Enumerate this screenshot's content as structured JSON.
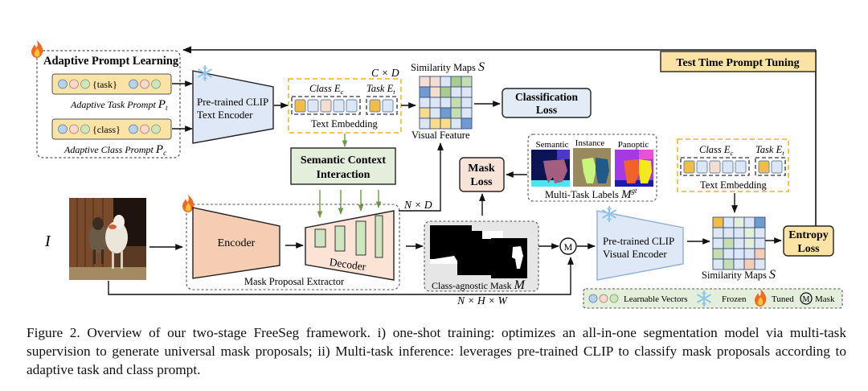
{
  "figure": {
    "adaptive_prompt": {
      "title": "Adaptive Prompt Learning",
      "task_token": "{task}",
      "class_token": "{class}",
      "task_label": "Adaptive Task Prompt",
      "task_symbol": "P",
      "task_sub": "t",
      "class_label": "Adaptive Class Prompt",
      "class_symbol": "P",
      "class_sub": "c"
    },
    "text_encoder": {
      "line1": "Pre-trained CLIP",
      "line2": "Text Encoder"
    },
    "text_embedding": {
      "dims": "C × D",
      "class_label": "Class E",
      "class_sub": "c",
      "task_label": "Task E",
      "task_sub": "t",
      "caption": "Text Embedding",
      "class_cells": [
        "#f2bd47",
        "#dce6f4",
        "#f5ddd0",
        "#dce6f4",
        "#dce6f4"
      ],
      "task_cells": [
        "#f2bd47",
        "#dce6f4"
      ]
    },
    "similarity_top": {
      "title": "Similarity Maps",
      "symbol": "S",
      "caption": "Visual Feature",
      "grid": [
        [
          "#f5ddd0",
          "#f5ddd0",
          "#dce6f4",
          "#a8cc8c",
          "#c5ddb0"
        ],
        [
          "#6e9bd0",
          "#f5ddd0",
          "#a8cc8c",
          "#dce6f4",
          "#dce6f4"
        ],
        [
          "#dce6f4",
          "#dce6f4",
          "#dce6f4",
          "#c5ddb0",
          "#dce6f4"
        ],
        [
          "#f8dc8e",
          "#dce6f4",
          "#6e9bd0",
          "#c5ddb0",
          "#dce6f4"
        ],
        [
          "#dce6f4",
          "#f8dc8e",
          "#f8dc8e",
          "#dce6f4",
          "#6e9bd0"
        ]
      ]
    },
    "classification_loss": {
      "line1": "Classification",
      "line2": "Loss"
    },
    "test_time": {
      "label": "Test Time Prompt Tuning"
    },
    "semantic_context": {
      "line1": "Semantic Context",
      "line2": "Interaction"
    },
    "mask_loss": {
      "line1": "Mask",
      "line2": "Loss"
    },
    "multi_task_labels": {
      "semantic": "Semantic",
      "instance": "Instance",
      "panoptic": "Panoptic",
      "caption": "Multi-Task Labels",
      "symbol": "M",
      "sup": "gt"
    },
    "text_embedding_right": {
      "class_label": "Class E",
      "class_sub": "c",
      "task_label": "Task E",
      "task_sub": "t",
      "caption": "Text Embedding"
    },
    "input": {
      "symbol": "I"
    },
    "mask_extractor": {
      "encoder": "Encoder",
      "decoder": "Decoder",
      "caption": "Mask Proposal Extractor",
      "nd_label": "N × D"
    },
    "class_agnostic": {
      "caption": "Class-agnostic Mask",
      "symbol": "M",
      "dims": "N × H × W"
    },
    "mask_op": {
      "symbol": "M"
    },
    "visual_encoder": {
      "line1": "Pre-trained CLIP",
      "line2": "Visual Encoder"
    },
    "similarity_bottom": {
      "title": "Similarity Maps",
      "symbol": "S",
      "grid": [
        [
          "#f2bd47",
          "#dce6f4",
          "#e3eedb",
          "#dce6f4",
          "#6e9bd0"
        ],
        [
          "#dce6f4",
          "#dce6f4",
          "#dce6f4",
          "#e3eedb",
          "#dce6f4"
        ],
        [
          "#dce6f4",
          "#c5ddb0",
          "#dce6f4",
          "#e3eedb",
          "#dce6f4"
        ],
        [
          "#c5ddb0",
          "#dce6f4",
          "#dce6f4",
          "#dce6f4",
          "#f5cdb2"
        ],
        [
          "#dce6f4",
          "#c5ddb0",
          "#dce6f4",
          "#f5cdb2",
          "#dce6f4"
        ]
      ]
    },
    "entropy_loss": {
      "line1": "Entropy",
      "line2": "Loss"
    },
    "legend": {
      "learnable": "Learnable Vectors",
      "frozen": "Frozen",
      "tuned": "Tuned",
      "mask": "Mask",
      "mask_symbol": "M"
    }
  },
  "caption": {
    "text": "Figure 2. Overview of our two-stage FreeSeg framework. i) one-shot training: optimizes an all-in-one segmentation model via multi-task supervision to generate universal mask proposals; ii) Multi-task inference: leverages pre-trained CLIP to classify mask proposals according to adaptive task and class prompt."
  },
  "colors": {
    "prompt_fill": "#fbe3a6",
    "dot_blue": "#b9d2ec",
    "dot_pink": "#f6d8cc",
    "dot_green": "#cfe5c0",
    "encoder_fill": "#dfe8f6",
    "encoder_peach": "#f5cdb2",
    "decoder_fill": "#fbe3d6",
    "sci_fill": "#e3eedb",
    "loss_blue": "#e3ebf6",
    "mask_loss_fill": "#f7e3d8",
    "entropy_fill": "#fbe3a6",
    "legend_fill": "#e3eedb",
    "dashed_yellow": "#f2bd47",
    "green_arrow": "#6d9a45"
  }
}
